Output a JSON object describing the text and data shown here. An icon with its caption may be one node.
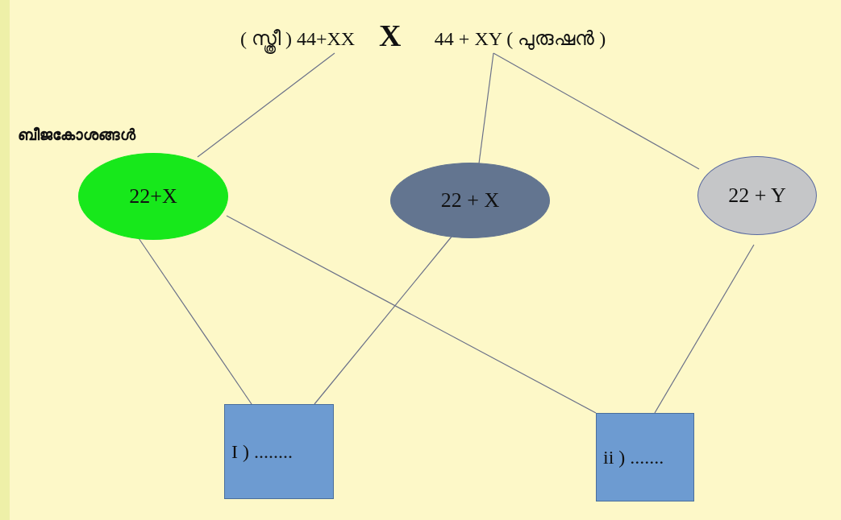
{
  "diagram": {
    "nodes": [
      {
        "text": [
          "( സ്ത്രീ ) 44+XX"
        ]
      },
      {
        "text": [
          "44 + XY ( പുരുഷൻ )"
        ]
      },
      {
        "text": [
          "22+X"
        ]
      },
      {
        "text": [
          "22 + X"
        ]
      },
      {
        "text": [
          "22 + Y"
        ]
      },
      {
        "text": [
          "I ) ........"
        ]
      },
      {
        "text": [
          "ii ) ......."
        ]
      }
    ],
    "edges": [
      {
        "from": 0,
        "to": 2,
        "arrow": "none"
      },
      {
        "from": 1,
        "to": 3,
        "arrow": "none"
      },
      {
        "from": 1,
        "to": 4,
        "arrow": "none"
      },
      {
        "from": 2,
        "to": 5,
        "arrow": "none"
      },
      {
        "from": 3,
        "to": 5,
        "arrow": "none"
      },
      {
        "from": 2,
        "to": 6,
        "arrow": "none"
      },
      {
        "from": 4,
        "to": 6,
        "arrow": "none"
      }
    ],
    "labels": [
      "X",
      "ബീജകോശങ്ങൾ"
    ]
  }
}
